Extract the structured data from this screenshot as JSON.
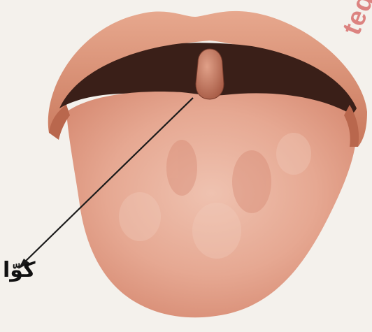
{
  "diagram": {
    "label": "کوّا",
    "parts": {
      "lips": "upper-lip",
      "uvula": "uvula",
      "tongue": "tongue"
    }
  },
  "watermark": {
    "text": "ted"
  },
  "colors": {
    "background": "#f4f1ec",
    "lip": "#d98e72",
    "mouth_cavity": "#3a1f18",
    "tongue": "#e6a892",
    "uvula": "#c77a62",
    "arrow": "#1a1a1a",
    "watermark": "#c82828"
  }
}
